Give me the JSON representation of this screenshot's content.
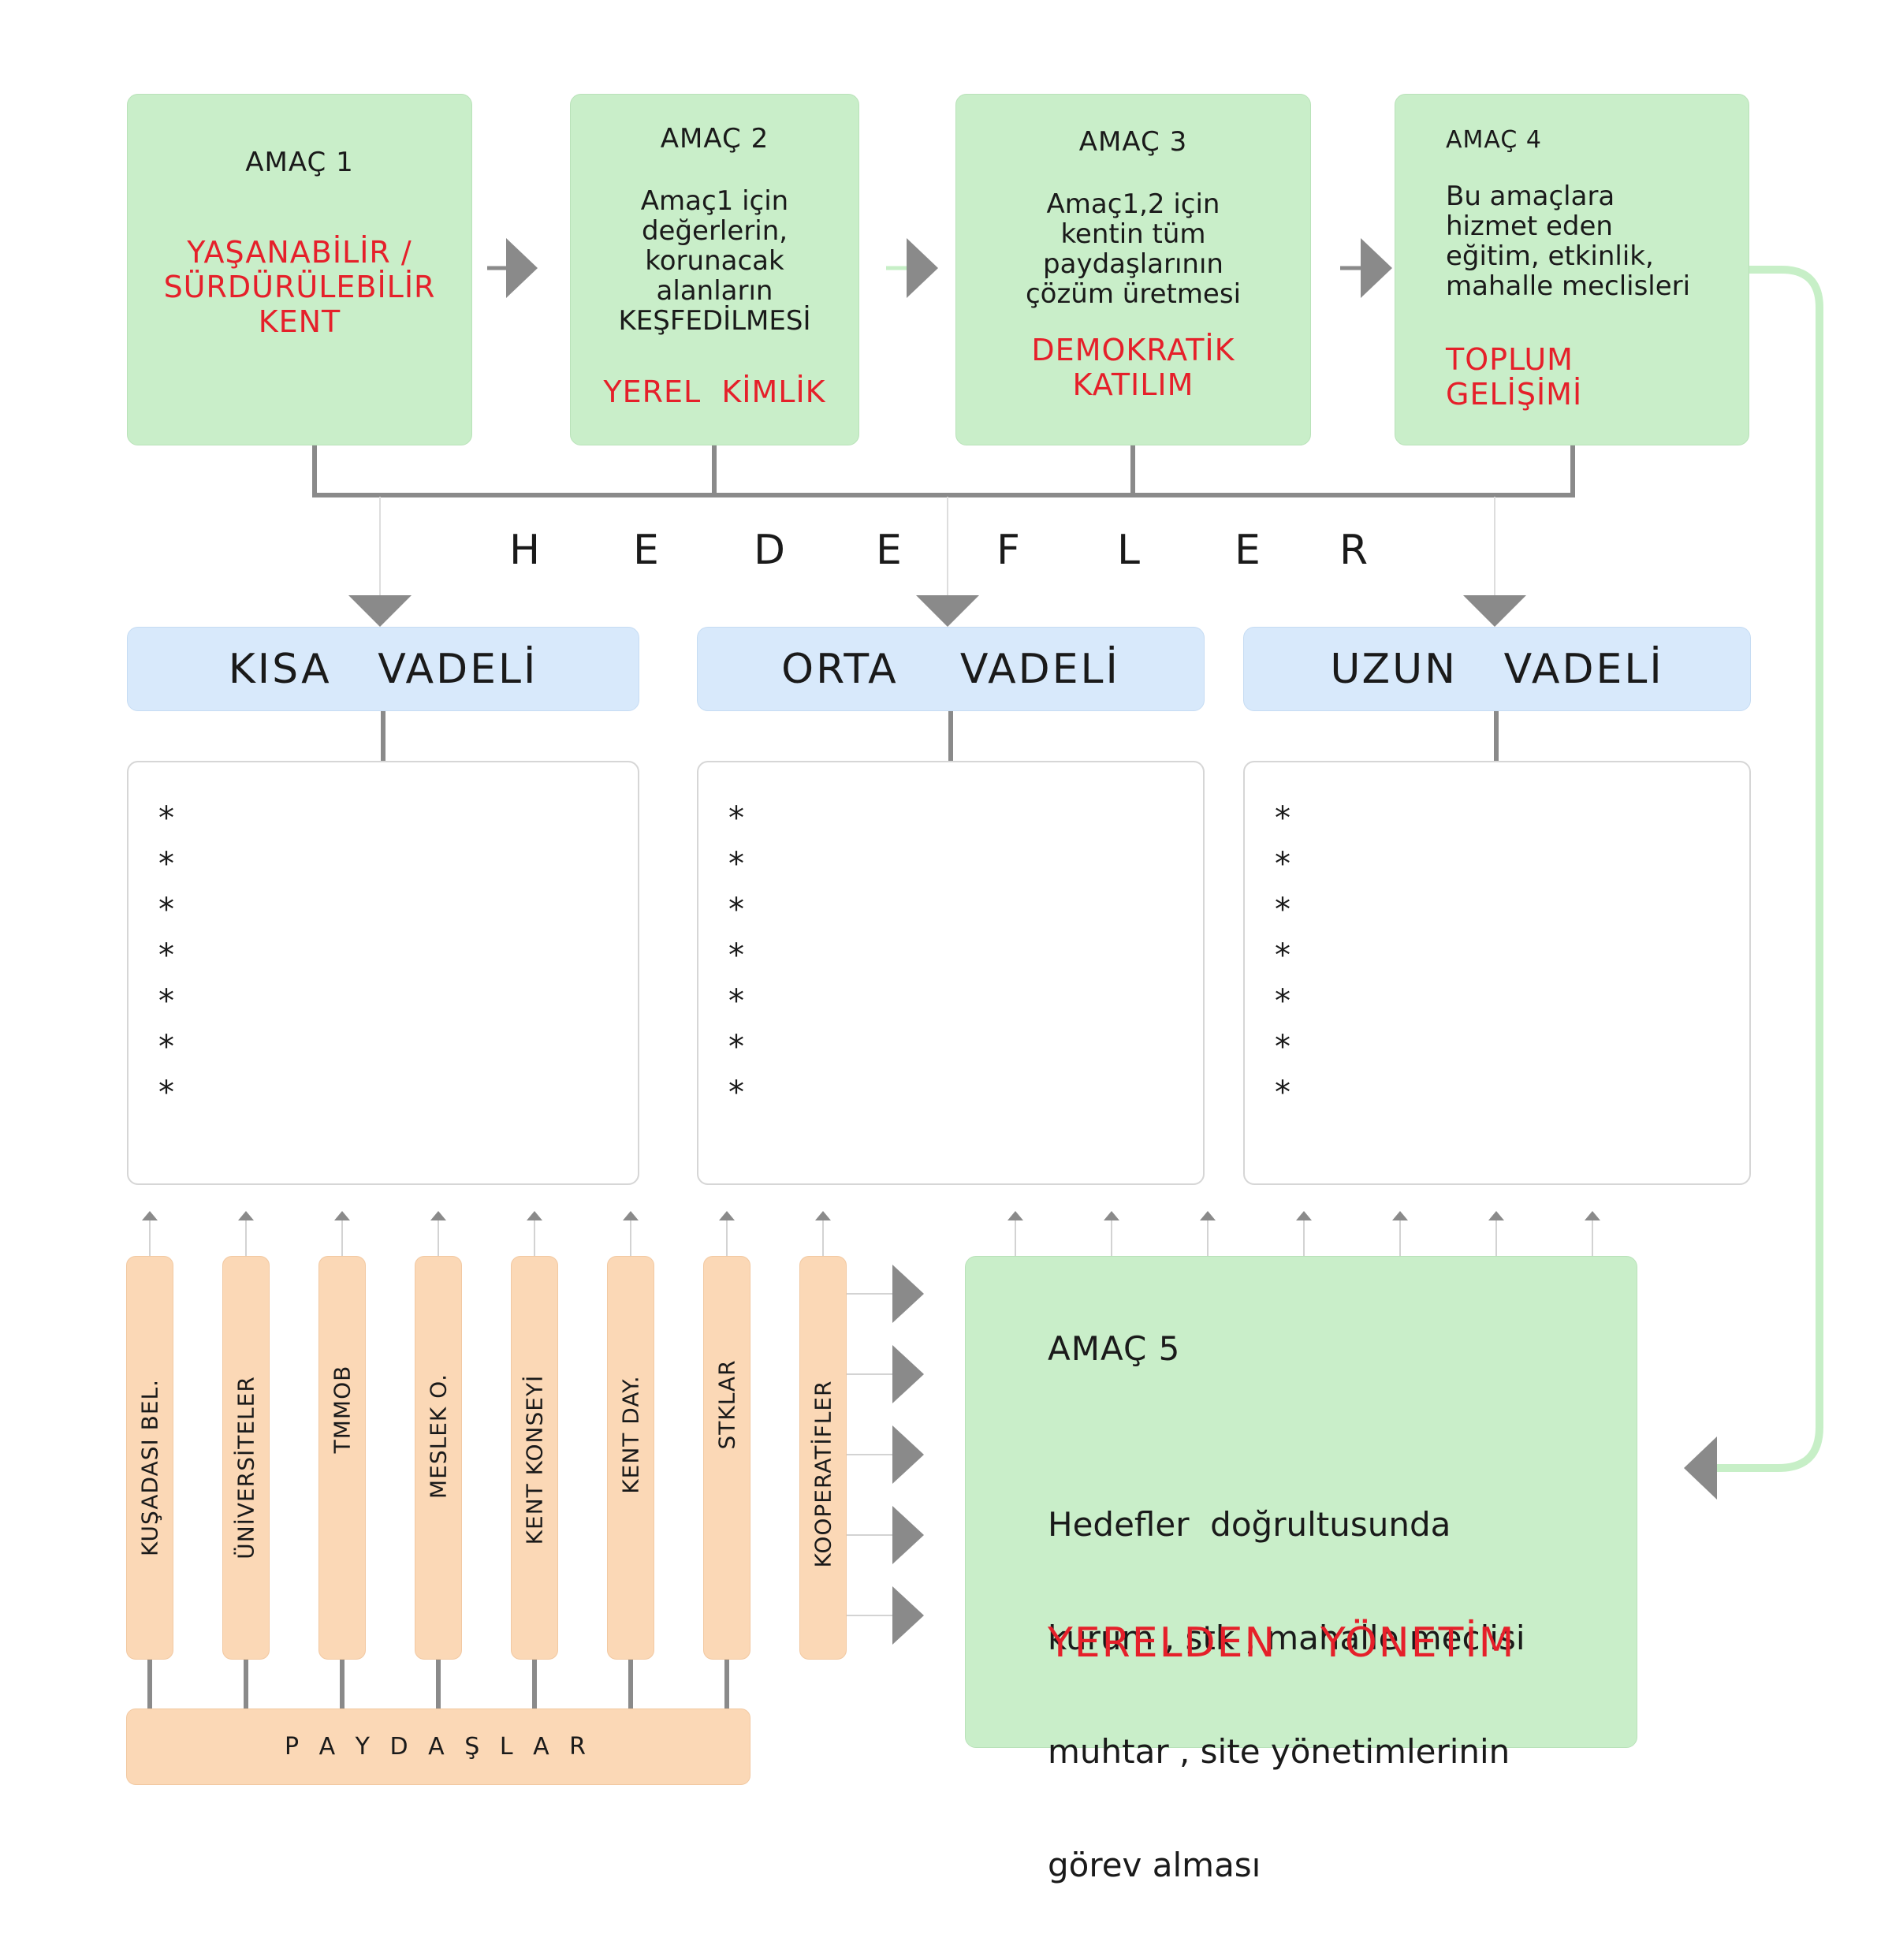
{
  "goals": [
    {
      "title": "AMAÇ 1",
      "text": "",
      "highlight": [
        "YAŞANABİLİR  /",
        "SÜRDÜRÜLEBİLİR",
        "KENT"
      ]
    },
    {
      "title": "AMAÇ 2",
      "text": [
        "Amaç1  için",
        "değerlerin,",
        "korunacak",
        "alanların",
        "KEŞFEDİLMESİ"
      ],
      "highlight": [
        "YEREL  KİMLİK"
      ]
    },
    {
      "title": "AMAÇ 3",
      "text": [
        "Amaç1,2 için",
        "kentin tüm",
        "paydaşlarının",
        "çözüm üretmesi"
      ],
      "highlight": [
        "DEMOKRATİK",
        "KATILIM"
      ]
    },
    {
      "title": "AMAÇ 4",
      "text": [
        "Bu  amaçlara",
        "hizmet  eden",
        "eğitim, etkinlik,",
        "mahalle meclisleri"
      ],
      "highlight": [
        "TOPLUM",
        "GELİŞİMİ"
      ]
    }
  ],
  "hedefler": [
    "H",
    "E",
    "D",
    "E",
    "F",
    "L",
    "E",
    "R"
  ],
  "terms": [
    "KISA   VADELİ",
    "ORTA    VADELİ",
    "UZUN   VADELİ"
  ],
  "bullets": [
    "*",
    "*",
    "*",
    "*",
    "*",
    "*",
    "*"
  ],
  "stakeholders": [
    "KUŞADASI BEL.",
    "ÜNİVERSİTELER",
    "TMMOB",
    "MESLEK O.",
    "KENT  KONSEYİ",
    "KENT  DAY.",
    "STKLAR",
    "KOOPERATİFLER"
  ],
  "paydaslar_label": "P A Y D A Ş L A R",
  "goal5": {
    "title": "AMAÇ 5",
    "text": [
      "Hedefler  doğrultusunda",
      "kurum , stk , mahalle meclisi",
      "muhtar , site yönetimlerinin",
      "görev alması"
    ],
    "highlight": "YERELDEN   YÖNETİM"
  },
  "colors": {
    "goal_green": "#c9eec9",
    "term_blue": "#d8e9fb",
    "stake_orange": "#fbd8b6",
    "accent_red": "#e5202a",
    "connector_gray": "#8a8a8a",
    "flow_green": "#c7efc7"
  }
}
